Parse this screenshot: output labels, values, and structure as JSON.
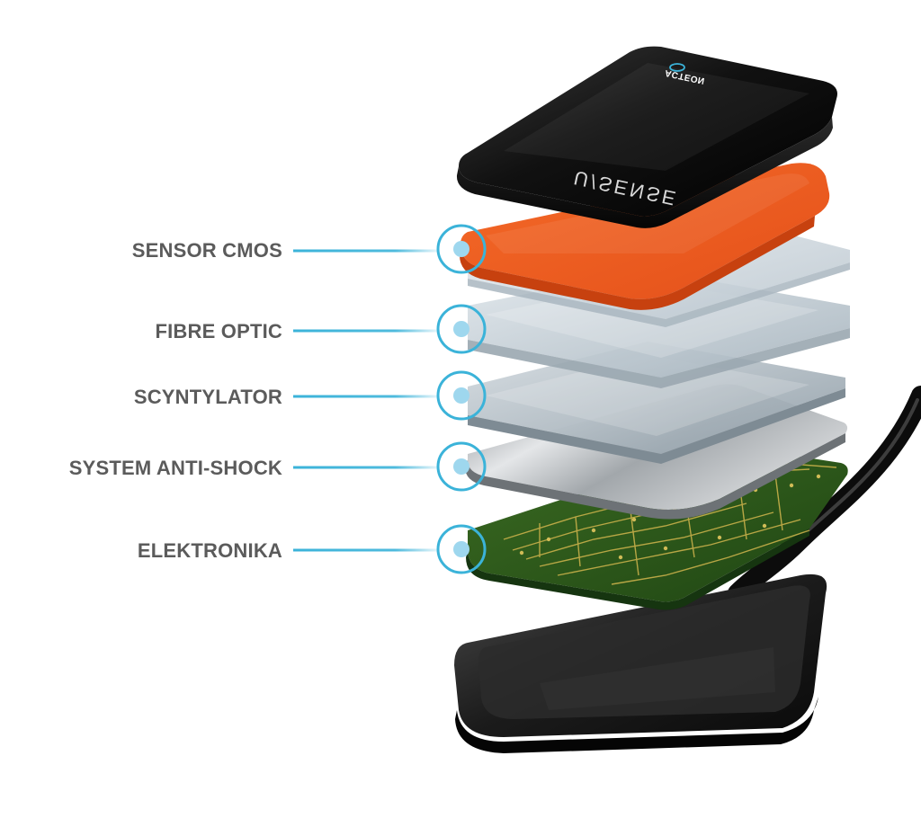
{
  "diagram": {
    "layers": [
      {
        "id": "sensor-cmos",
        "label": "SENSOR CMOS"
      },
      {
        "id": "fibre-optic",
        "label": "FIBRE OPTIC"
      },
      {
        "id": "scyntylator",
        "label": "SCYNTYLATOR"
      },
      {
        "id": "system-anti-shock",
        "label": "SYSTEM ANTI-SHOCK"
      },
      {
        "id": "elektronika",
        "label": "ELEKTRONIKA"
      }
    ],
    "top_cover": {
      "product_text": "U/SENSE",
      "brand_text": "ACTEON"
    },
    "colors": {
      "accent": "#3bb3d9",
      "label_text": "#5b5b5b",
      "cmos": "#f05a1e",
      "pcb": "#2f5a1c",
      "casing": "#151515"
    }
  }
}
